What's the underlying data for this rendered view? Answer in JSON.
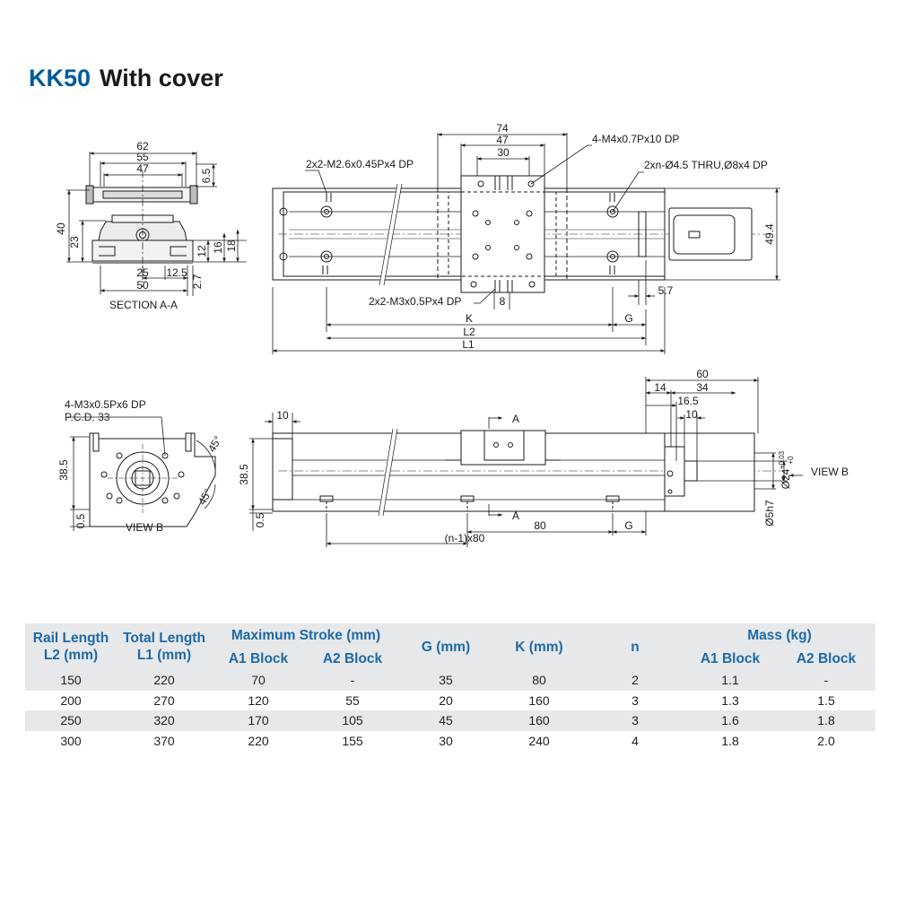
{
  "title": {
    "model": "KK50",
    "subtitle": "With cover"
  },
  "drawing": {
    "section": {
      "caption": "SECTION A-A",
      "dims": [
        "62",
        "55",
        "47",
        "6.5",
        "40",
        "23",
        "12",
        "16",
        "18",
        "25",
        "12.5",
        "50",
        "2.7"
      ]
    },
    "top_view": {
      "dims": [
        "74",
        "47",
        "30",
        "49.4",
        "5.7",
        "8",
        "K",
        "G",
        "L2",
        "L1"
      ],
      "notes": [
        "4-M4x0.7Px10 DP",
        "2x2-M2.6x0.45Px4 DP",
        "2xn-Ø4.5 THRU,Ø8x4 DP",
        "2x2-M3x0.5Px4 DP"
      ]
    },
    "view_b": {
      "caption": "VIEW B",
      "notes": [
        "4-M3x0.5Px6 DP",
        "P.C.D. 33"
      ],
      "dims": [
        "38.5",
        "0.5",
        "45°",
        "45°"
      ]
    },
    "side_view": {
      "dims": [
        "10",
        "38.5",
        "0.5",
        "60",
        "14",
        "34",
        "16.5",
        "10",
        "80",
        "G",
        "(n-1)x80",
        "Ø5h7"
      ],
      "labels": [
        "A",
        "A",
        "VIEW B"
      ],
      "bore": "Ø24",
      "tol_upper": "+0.03",
      "tol_lower": "+0"
    }
  },
  "table": {
    "headers": {
      "rail_length": [
        "Rail Length",
        "L2 (mm)"
      ],
      "total_length": [
        "Total Length",
        "L1 (mm)"
      ],
      "max_stroke": "Maximum  Stroke (mm)",
      "g": "G (mm)",
      "k": "K (mm)",
      "n": "n",
      "mass": "Mass (kg)",
      "a1": "A1 Block",
      "a2": "A2 Block"
    },
    "rows": [
      [
        "150",
        "220",
        "70",
        "-",
        "35",
        "80",
        "2",
        "1.1",
        "-"
      ],
      [
        "200",
        "270",
        "120",
        "55",
        "20",
        "160",
        "3",
        "1.3",
        "1.5"
      ],
      [
        "250",
        "320",
        "170",
        "105",
        "45",
        "160",
        "3",
        "1.6",
        "1.8"
      ],
      [
        "300",
        "370",
        "220",
        "155",
        "30",
        "240",
        "4",
        "1.8",
        "2.0"
      ]
    ]
  }
}
